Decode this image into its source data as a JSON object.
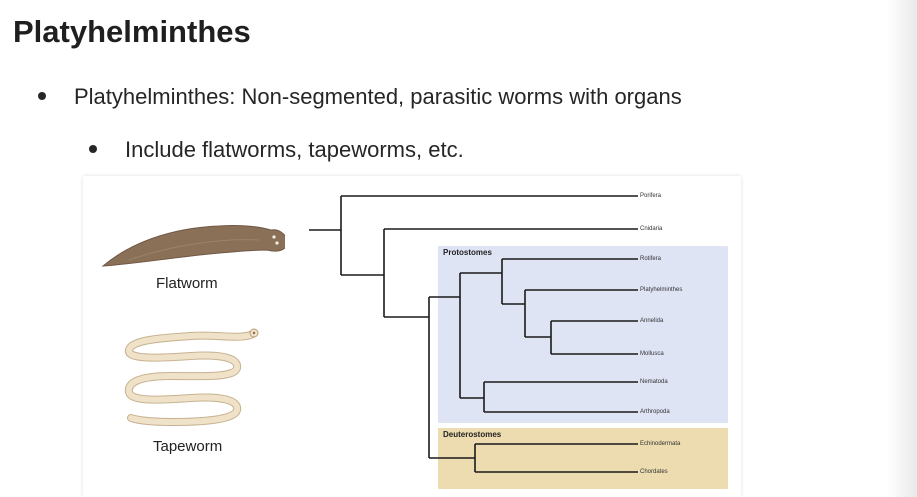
{
  "slide": {
    "title": "Platyhelminthes",
    "bullets": [
      "Platyhelminthes: Non-segmented, parasitic worms with organs",
      "Include flatworms, tapeworms, etc."
    ]
  },
  "figure": {
    "flatworm_label": "Flatworm",
    "tapeworm_label": "Tapeworm",
    "groups": {
      "protostomes": "Protostomes",
      "deuterostomes": "Deuterostomes"
    },
    "taxa": [
      "Porifera",
      "Cnidaria",
      "Rotifera",
      "Platyhelminthes",
      "Annelida",
      "Mollusca",
      "Nematoda",
      "Arthropoda",
      "Echinodermata",
      "Chordates"
    ],
    "colors": {
      "protostomes_panel": "#dfe4f5",
      "deuterostomes_panel": "#ecdcb0",
      "flatworm": "#8b7058",
      "tapeworm": "#efe2c8"
    }
  }
}
